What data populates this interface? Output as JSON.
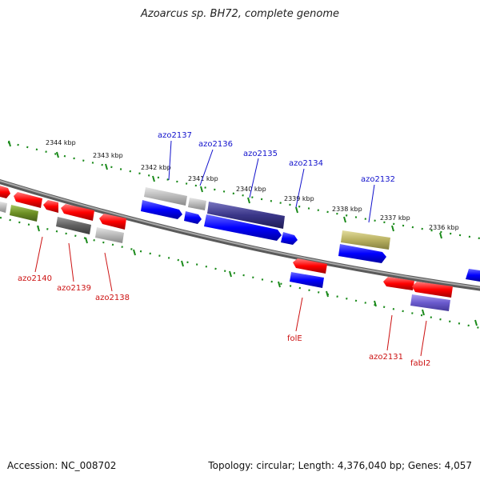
{
  "header": {
    "title": "Azoarcus sp. BH72, complete genome"
  },
  "footer": {
    "accession": "Accession: NC_008702",
    "topology": "Topology: circular; Length: 4,376,040 bp; Genes: 4,057"
  },
  "scale_ticks": [
    "2344 kbp",
    "2343 kbp",
    "2342 kbp",
    "2341 kbp",
    "2340 kbp",
    "2339 kbp",
    "2338 kbp",
    "2337 kbp",
    "2336 kbp"
  ],
  "gene_labels_upper": [
    "azo2137",
    "azo2136",
    "azo2135",
    "azo2134",
    "azo2132"
  ],
  "gene_labels_lower": [
    "azo2140",
    "azo2139",
    "azo2138",
    "folE",
    "azo2131",
    "fabI2"
  ],
  "colors": {
    "backbone": "#808080",
    "tick": "#1a8a1a",
    "upper_label": "#1111cc",
    "lower_label": "#cc1111",
    "red": "#ff0000",
    "blue": "#0000ff",
    "navy": "#3a3688",
    "gray": "#b8b8b8",
    "darkgray": "#606060",
    "olive": "#6b8e23",
    "khaki": "#b8b060",
    "lavender": "#6a5acd"
  }
}
